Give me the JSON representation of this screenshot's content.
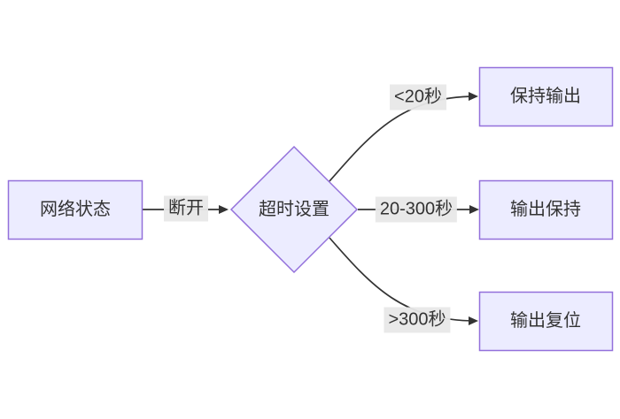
{
  "page": {
    "background": "#ffffff"
  },
  "diagram": {
    "type": "flowchart",
    "direction": "left-to-right",
    "colors": {
      "node_fill": "#ECECFF",
      "node_border": "#9370DB",
      "edge_line": "#333333",
      "edge_label_bg": "#e8e8e8",
      "text": "#333333"
    },
    "nodes": [
      {
        "id": "network-status",
        "shape": "rectangle",
        "label": "网络状态"
      },
      {
        "id": "timeout-setting",
        "shape": "diamond",
        "label": "超时设置"
      },
      {
        "id": "keep-output",
        "shape": "rectangle",
        "label": "保持输出"
      },
      {
        "id": "output-hold",
        "shape": "rectangle",
        "label": "输出保持"
      },
      {
        "id": "output-reset",
        "shape": "rectangle",
        "label": "输出复位"
      }
    ],
    "edges": [
      {
        "from": "network-status",
        "to": "timeout-setting",
        "label": "断开"
      },
      {
        "from": "timeout-setting",
        "to": "keep-output",
        "label": "<20秒"
      },
      {
        "from": "timeout-setting",
        "to": "output-hold",
        "label": "20-300秒"
      },
      {
        "from": "timeout-setting",
        "to": "output-reset",
        "label": ">300秒"
      }
    ]
  }
}
